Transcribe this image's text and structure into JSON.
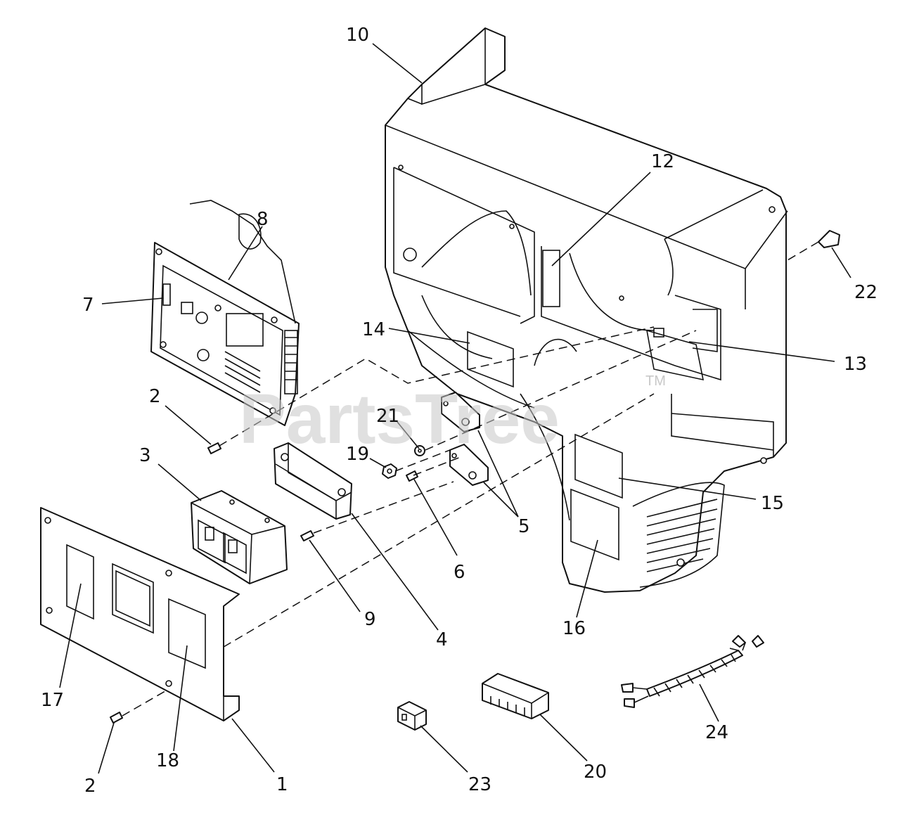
{
  "diagram": {
    "watermark": "PartsTree",
    "watermark_mark": "TM",
    "callouts": {
      "c1": "1",
      "c2a": "2",
      "c2b": "2",
      "c3": "3",
      "c4": "4",
      "c5": "5",
      "c6": "6",
      "c7": "7",
      "c8": "8",
      "c9": "9",
      "c10": "10",
      "c12": "12",
      "c13": "13",
      "c14": "14",
      "c15": "15",
      "c16": "16",
      "c17": "17",
      "c18": "18",
      "c19": "19",
      "c20": "20",
      "c21": "21",
      "c22": "22",
      "c23": "23",
      "c24": "24"
    }
  }
}
